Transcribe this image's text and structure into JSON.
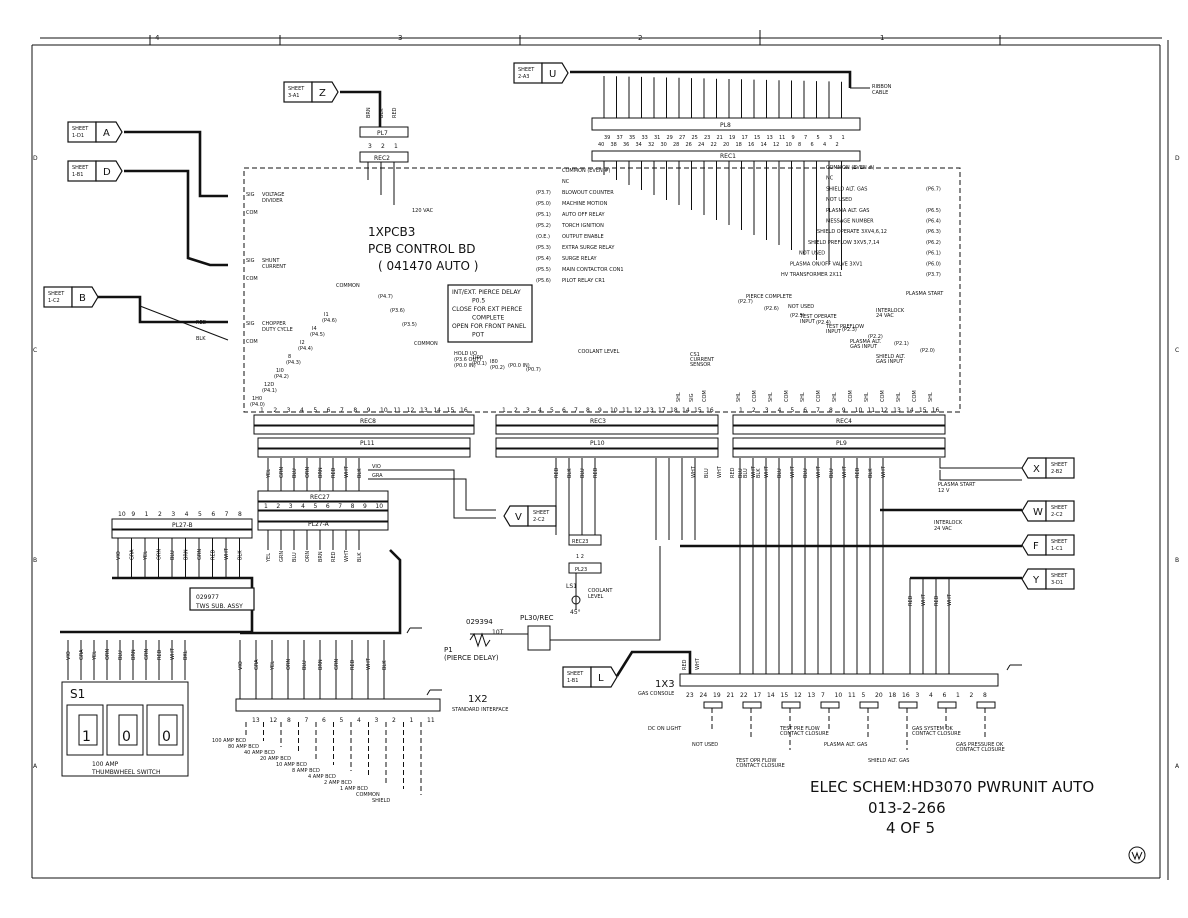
{
  "title_block": {
    "title": "ELEC SCHEM:HD3070 PWRUNIT AUTO",
    "drawing_number": "013-2-266",
    "sheet": "4 OF 5"
  },
  "border": {
    "top_zones": [
      "4",
      "3",
      "2",
      "1"
    ],
    "right_zones": [
      "D",
      "C",
      "B",
      "A"
    ]
  },
  "board": {
    "ref": "1XPCB3",
    "name": "PCB CONTROL BD",
    "part": "( 041470 AUTO )",
    "note": [
      "INT/EXT. PIERCE DELAY",
      "P0.5",
      "CLOSE FOR EXT PIERCE",
      "COMPLETE",
      "OPEN FOR FRONT PANEL",
      "POT"
    ]
  },
  "offpage": [
    {
      "sheet": "SHEET\n1-D1",
      "letter": "A"
    },
    {
      "sheet": "SHEET\n1-B1",
      "letter": "D"
    },
    {
      "sheet": "SHEET\n1-C2",
      "letter": "B"
    },
    {
      "sheet": "SHEET\n3-A1",
      "letter": "Z"
    },
    {
      "sheet": "SHEET\n2-A3",
      "letter": "U"
    },
    {
      "sheet": "SHEET\n2-B2",
      "letter": "X"
    },
    {
      "sheet": "SHEET\n2-C2",
      "letter": "W"
    },
    {
      "sheet": "SHEET\n1-C1",
      "letter": "F"
    },
    {
      "sheet": "SHEET\n3-D1",
      "letter": "Y"
    },
    {
      "sheet": "SHEET\n2-C2",
      "letter": "V"
    },
    {
      "sheet": "SHEET\n1-B1",
      "letter": "L"
    }
  ],
  "connectors": {
    "pl7": "PL7",
    "rec2": "REC2",
    "pl8": "PL8",
    "rec1": "REC1",
    "pl8_pins": [
      "39",
      "37",
      "35",
      "33",
      "31",
      "29",
      "27",
      "25",
      "23",
      "21",
      "19",
      "17",
      "15",
      "13",
      "11",
      "9",
      "7",
      "5",
      "3",
      "1"
    ],
    "pl8_pins_even": [
      "40",
      "38",
      "36",
      "34",
      "32",
      "30",
      "28",
      "26",
      "24",
      "22",
      "20",
      "18",
      "16",
      "14",
      "12",
      "10",
      "8",
      "6",
      "4",
      "2"
    ],
    "rec8": "REC8",
    "pl11": "PL11",
    "rec3": "REC3",
    "pl10": "PL10",
    "rec4": "REC4",
    "pl9": "PL9",
    "rec27": "REC27",
    "pl27a": "PL27-A",
    "pl27b": "PL27-B",
    "rec23": "REC23",
    "pl23": "PL23",
    "pl30": "PL30/REC",
    "pins16": [
      "1",
      "2",
      "3",
      "4",
      "5",
      "6",
      "7",
      "8",
      "9",
      "10",
      "11",
      "12",
      "13",
      "14",
      "15",
      "16"
    ],
    "pins10": [
      "1",
      "2",
      "3",
      "4",
      "5",
      "6",
      "7",
      "8",
      "9",
      "10"
    ],
    "pl27b_pins": [
      "10",
      "9",
      "1",
      "2",
      "3",
      "4",
      "5",
      "6",
      "7",
      "8"
    ],
    "rec3_pins": [
      "1",
      "2",
      "3",
      "4",
      "5",
      "6",
      "7",
      "8",
      "9",
      "10",
      "11",
      "12",
      "13",
      "17",
      "18",
      "14",
      "15",
      "16"
    ]
  },
  "labels": {
    "ribbon": "RIBBON\nCABLE",
    "voltage_divider": "VOLTAGE\nDIVIDER",
    "shunt_current": "SHUNT\nCURRENT",
    "chopper": "CHOPPER\nDUTY CYCLE",
    "sig": "SIG",
    "com": "COM",
    "v120": "120 VAC",
    "common": "COMMON",
    "coolant_level": "COOLANT LEVEL",
    "cs1": "CS1\nCURRENT\nSENSOR",
    "pierce_complete": "PIERCE COMPLETE",
    "not_used": "NOT USED",
    "test_operate": "TEST OPERATE\nINPUT",
    "test_preflow": "TEST PREFLOW\nINPUT",
    "interlock": "INTERLOCK\n24 VAC",
    "plasma_start": "PLASMA START",
    "plasma_alt": "PLASMA ALT.\nGAS INPUT",
    "shield_alt": "SHIELD ALT.\nGAS INPUT",
    "plasma_start_12v": "PLASMA START\n12 V",
    "interlock_24": "INTERLOCK\n24 VAC",
    "ls1": "LS1",
    "ls1_desc": "COOLANT\nLEVEL",
    "ls1_angle": "45°",
    "p1_part": "029394",
    "p1_turns": "10T",
    "p1": "P1\n(PIERCE DELAY)",
    "thumb_ref": "029977\nTWS SUB. ASSY",
    "s1": "S1",
    "s1_desc": "100 AMP\nTHUMBWHEEL SWITCH",
    "thumb_digits": [
      "1",
      "0",
      "0"
    ],
    "x2": "1X2",
    "x2_desc": "STANDARD INTERFACE",
    "x3": "1X3",
    "x3_desc": "GAS CONSOLE",
    "x3_pins": [
      "23",
      "24",
      "19",
      "21",
      "22",
      "17",
      "14",
      "15",
      "12",
      "13",
      "7",
      "10",
      "11",
      "5",
      "20",
      "18",
      "16",
      "3",
      "4",
      "6",
      "1",
      "2",
      "8"
    ],
    "x2_pins": [
      "13",
      "12",
      "8",
      "7",
      "6",
      "5",
      "4",
      "3",
      "2",
      "1",
      "11"
    ]
  },
  "rec1_left": [
    {
      "ref": "",
      "label": "COMMON (EVEN #)"
    },
    {
      "ref": "",
      "label": "NC"
    },
    {
      "ref": "(P3.7)",
      "label": "BLOWOUT COUNTER"
    },
    {
      "ref": "(P5.0)",
      "label": "MACHINE MOTION"
    },
    {
      "ref": "(P5.1)",
      "label": "AUTO OFF RELAY"
    },
    {
      "ref": "(P5.2)",
      "label": "TORCH IGNITION"
    },
    {
      "ref": "(O.E.)",
      "label": "OUTPUT ENABLE"
    },
    {
      "ref": "(P5.3)",
      "label": "EXTRA SURGE RELAY"
    },
    {
      "ref": "(P5.4)",
      "label": "SURGE RELAY"
    },
    {
      "ref": "(P5.5)",
      "label": "MAIN CONTACTOR CON1"
    },
    {
      "ref": "(P5.6)",
      "label": "PILOT RELAY CR1"
    }
  ],
  "rec1_right": [
    {
      "label": "COMMON (EVEN #)",
      "ref": ""
    },
    {
      "label": "NC",
      "ref": ""
    },
    {
      "label": "SHIELD ALT. GAS",
      "ref": "(P6.7)"
    },
    {
      "label": "NOT USED",
      "ref": ""
    },
    {
      "label": "PLASMA ALT. GAS",
      "ref": "(P6.5)"
    },
    {
      "label": "MESSAGE NUMBER",
      "ref": "(P6.4)"
    },
    {
      "label": "SHIELD OPERATE 3XV4,6,12",
      "ref": "(P6.3)"
    },
    {
      "label": "SHIELD PREFLOW 3XV5,7,14",
      "ref": "(P6.2)"
    },
    {
      "label": "NOT USED",
      "ref": "(P6.1)"
    },
    {
      "label": "PLASMA ON/OFF VALVE 3XV1",
      "ref": "(P6.0)"
    },
    {
      "label": "HV TRANSFORMER 2X11",
      "ref": "(P3.7)"
    }
  ],
  "rec8_inputs": [
    {
      "ref": "(P4.0)",
      "label": "1H0"
    },
    {
      "ref": "(P4.1)",
      "label": "12D"
    },
    {
      "ref": "(P4.2)",
      "label": "1I0"
    },
    {
      "ref": "(P4.3)",
      "label": "8"
    },
    {
      "ref": "(P4.4)",
      "label": "I2"
    },
    {
      "ref": "(P4.5)",
      "label": "I4"
    },
    {
      "ref": "(P4.6)",
      "label": "I1"
    }
  ],
  "rec8_refs2": [
    "(P4.7)",
    "(P3.6)",
    "(P3.5)"
  ],
  "rec3_inputs": [
    {
      "ref": "(P3.6 OUT)\n(P0.0 IN)",
      "label": "HOLD I/O"
    },
    {
      "ref": "(P0.1)",
      "label": "1I00"
    },
    {
      "ref": "(P0.2)",
      "label": "I80"
    },
    {
      "ref": "(P0.0 IN)",
      "label": ""
    },
    {
      "ref": "(P0.7)",
      "label": ""
    }
  ],
  "rec4_refs": [
    "(P2.7)",
    "(P2.6)",
    "(P2.5)",
    "(P2.4)",
    "(P2.3)",
    "(P2.2)",
    "(P2.1)",
    "(P2.0)"
  ],
  "wires": {
    "rec2": [
      "BRN",
      "BLK",
      "RED"
    ],
    "left_b": [
      "RED",
      "BLK"
    ],
    "pl11": [
      "YEL",
      "GRN",
      "BLU",
      "ORN",
      "BRN",
      "RED",
      "WHT",
      "BLK"
    ],
    "vio_gra": [
      "VIO",
      "GRA"
    ],
    "pl27b": [
      "VIO",
      "GRA",
      "YEL",
      "ORN",
      "BLU",
      "BRN",
      "GRN",
      "RED",
      "WHT",
      "BLK"
    ],
    "pl27a": [
      "YEL",
      "GRN",
      "BLU",
      "ORN",
      "BRN",
      "RED",
      "WHT",
      "BLK"
    ],
    "s1": [
      "VIO",
      "GRA",
      "YEL",
      "ORN",
      "BLU",
      "BRN",
      "GRN",
      "RED",
      "WHT",
      "BKL"
    ],
    "x2": [
      "VIO",
      "GRA",
      "YEL",
      "ORN",
      "BLU",
      "BRN",
      "GRN",
      "RED",
      "WHT",
      "BLK"
    ],
    "pl10": [
      "RED",
      "BLK",
      "BLU",
      "RED",
      "WHT",
      "BLU",
      "WHT",
      "RED",
      "BLU",
      "BLK"
    ],
    "pl9": [
      "BLU",
      "WHT",
      "WHT",
      "BLU",
      "WHT",
      "BLU",
      "WHT",
      "BLU",
      "WHT",
      "RED",
      "BLK",
      "WHT"
    ],
    "pl9_right": [
      "RED",
      "WHT",
      "RED",
      "WHT"
    ],
    "x3": [
      "RED",
      "WHT"
    ],
    "rec4_shld": [
      "SHL",
      "COM",
      "SHL",
      "COM",
      "SHL",
      "COM",
      "SHL",
      "COM",
      "SHL",
      "COM",
      "SHL",
      "COM",
      "SHL"
    ],
    "cs1_shld": [
      "SHL",
      "SIG",
      "COM"
    ]
  },
  "x2_outputs": [
    "100 AMP BCD",
    "80 AMP BCD",
    "40 AMP BCD",
    "20 AMP BCD",
    "10 AMP BCD",
    "8 AMP BCD",
    "4 AMP BCD",
    "2 AMP BCD",
    "1 AMP BCD",
    "COMMON",
    "SHIELD"
  ],
  "x3_outputs": [
    "DC ON LIGHT",
    "NOT USED",
    "TEST OPR FLOW\nCONTACT CLOSURE",
    "TEST PRE FLOW\nCONTACT CLOSURE",
    "PLASMA ALT. GAS",
    "SHIELD ALT. GAS",
    "GAS SYSTEM OK\nCONTACT CLOSURE",
    "GAS PRESSURE OK\nCONTACT CLOSURE"
  ]
}
